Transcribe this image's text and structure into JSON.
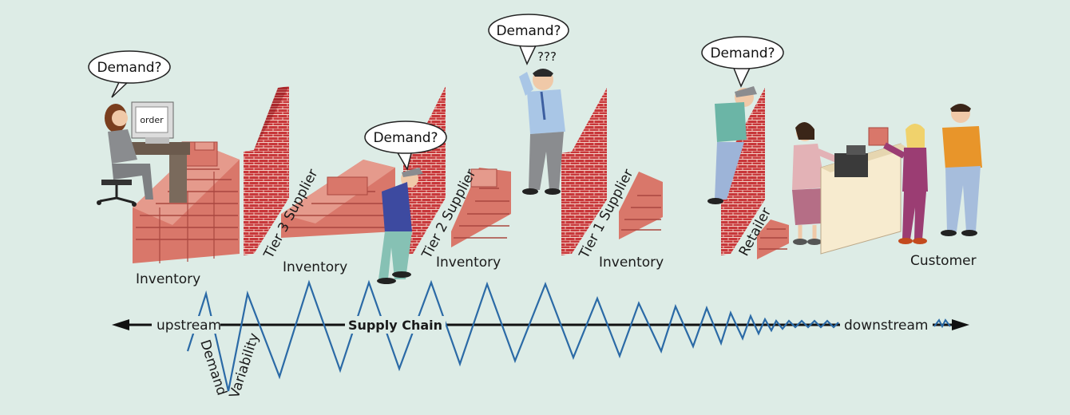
{
  "speech": {
    "bubble1": "Demand?",
    "bubble2": "Demand?",
    "bubble3": "Demand?",
    "bubble4": "Demand?",
    "confusion": "???"
  },
  "screen_text": "order",
  "stages": {
    "tier3": "Tier 3 Supplier",
    "tier2": "Tier 2 Supplier",
    "tier1": "Tier 1 Supplier",
    "retailer": "Retailer",
    "customer": "Customer"
  },
  "inventory": {
    "inv1": "Inventory",
    "inv2": "Inventory",
    "inv3": "Inventory",
    "inv4": "Inventory"
  },
  "chain": {
    "upstream": "upstream",
    "title": "Supply Chain",
    "downstream": "downstream",
    "demand": "Demand",
    "variability": "Variability"
  },
  "colors": {
    "background": "#ddece6",
    "brick": "#d9776a",
    "brick_dark": "#b44f44",
    "wall_red": "#c8373a",
    "wave": "#2b6aa6"
  }
}
